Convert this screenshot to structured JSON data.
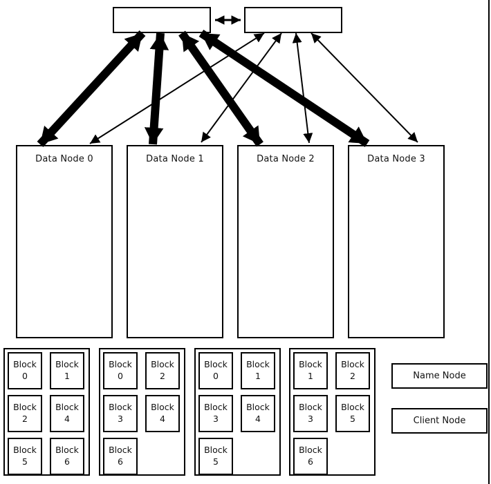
{
  "diagram": {
    "top_left_box_label": "",
    "top_right_box_label": "",
    "data_nodes": [
      "Data Node 0",
      "Data Node 1",
      "Data Node 2",
      "Data Node 3"
    ],
    "block_groups": [
      {
        "blocks": [
          "Block 0",
          "Block 1",
          "Block 2",
          "Block 4",
          "Block 5",
          "Block 6"
        ]
      },
      {
        "blocks": [
          "Block 0",
          "Block 2",
          "Block 3",
          "Block 4",
          "Block 6"
        ]
      },
      {
        "blocks": [
          "Block 0",
          "Block 1",
          "Block 3",
          "Block 4",
          "Block 5"
        ]
      },
      {
        "blocks": [
          "Block 1",
          "Block 2",
          "Block 3",
          "Block 5",
          "Block 6"
        ]
      }
    ],
    "legend": [
      "Name Node",
      "Client Node"
    ],
    "colors": {
      "line": "#000000",
      "background": "#ffffff",
      "text": "#111111"
    }
  }
}
